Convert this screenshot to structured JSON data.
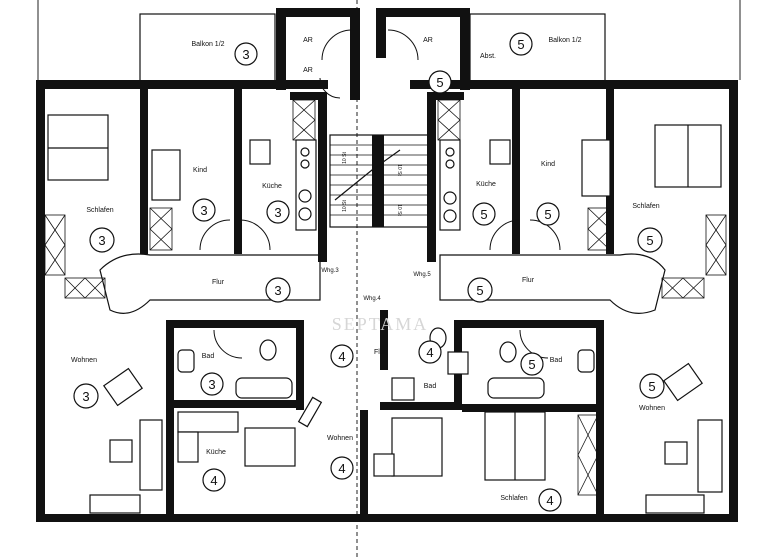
{
  "rooms": {
    "balkon_left": "Balkon 1/2",
    "balkon_right": "Balkon 1/2",
    "ar_1": "AR",
    "ar_2": "AR",
    "ar_3": "AR",
    "abst": "Abst.",
    "kind_left": "Kind",
    "kind_right": "Kind",
    "kueche_left": "Küche",
    "kueche_right": "Küche",
    "schlafen_left": "Schlafen",
    "schlafen_right": "Schlafen",
    "flur_left": "Flur",
    "flur_right": "Flur",
    "flur_center": "Flur",
    "wohnen_left": "Wohnen",
    "wohnen_right": "Wohnen",
    "wohnen_center": "Wohnen",
    "bad_left": "Bad",
    "bad_center": "Bad",
    "bad_right": "Bad",
    "kueche_lower": "Küche",
    "schlafen_lower": "Schlafen",
    "whg3": "Whg.3",
    "whg4": "Whg.4",
    "whg5": "Whg.5",
    "stair_1": "10 St",
    "stair_2": "10 St",
    "stair_3": "10 St",
    "stair_4": "10 St"
  },
  "unit_markers": {
    "balkon_left": "3",
    "balkon_right": "5",
    "abst": "5",
    "kind_left": "3",
    "kind_right": "5",
    "kueche_left": "3",
    "kueche_right": "5",
    "schlafen_left": "3",
    "schlafen_right": "5",
    "flur_left": "3",
    "flur_right": "5",
    "flur_center_a": "4",
    "flur_center_b": "4",
    "wohnen_left": "3",
    "wohnen_right": "5",
    "wohnen_center": "4",
    "bad_left": "3",
    "bad_right": "5",
    "kueche_lower": "4",
    "schlafen_lower": "4"
  },
  "watermark": "SEPTAMA"
}
